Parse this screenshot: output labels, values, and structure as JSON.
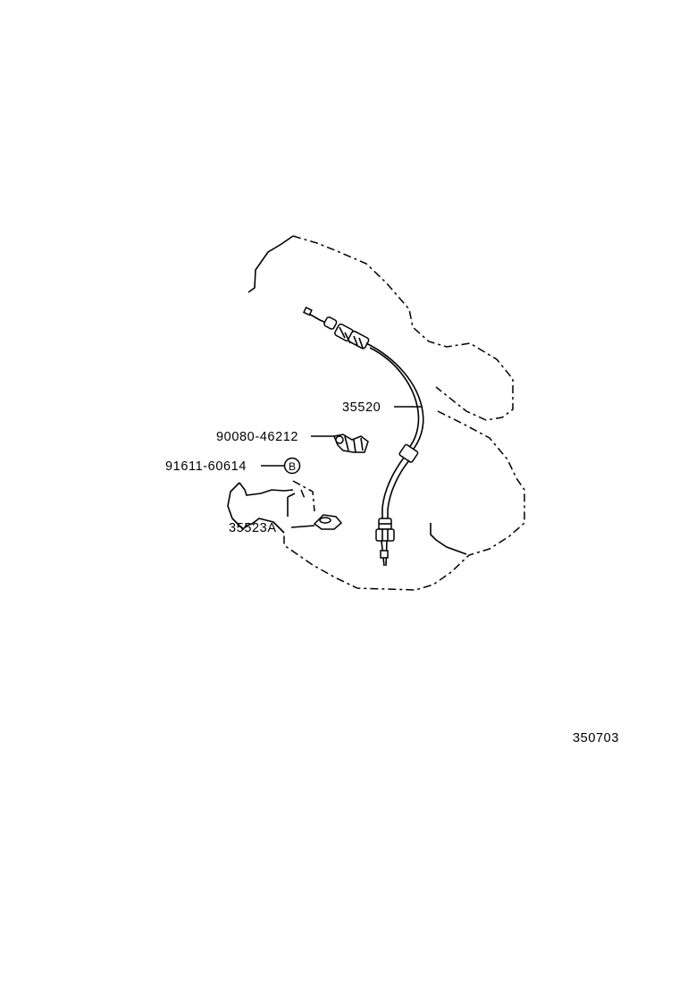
{
  "diagram": {
    "callouts": {
      "cable": "35520",
      "bolt": "90080-46212",
      "washer": "91611-60614",
      "washer_symbol": "B",
      "bracket": "35523A"
    },
    "figure_number": "350703"
  }
}
